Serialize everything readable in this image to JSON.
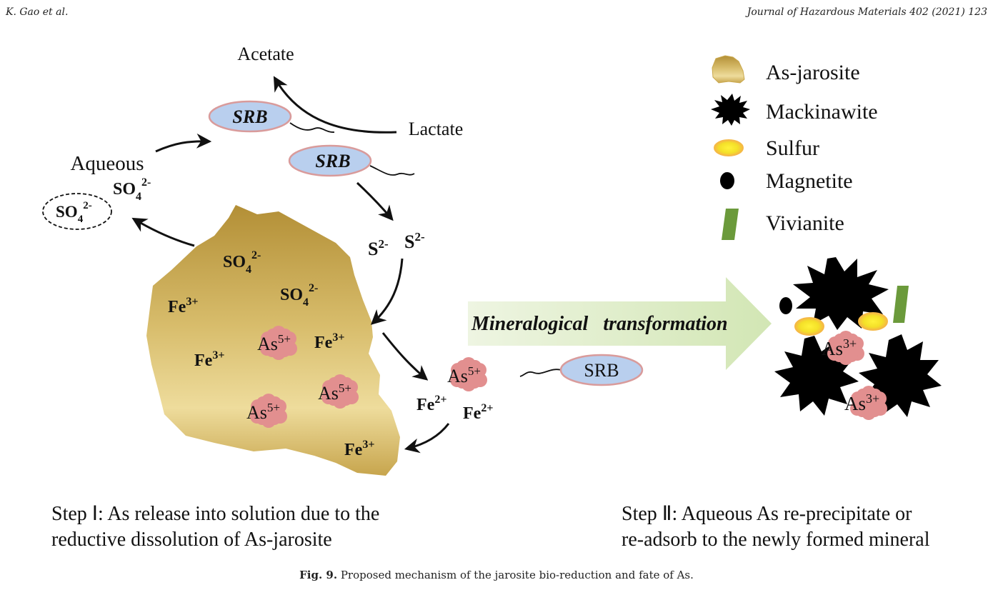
{
  "header": {
    "authors": "K. Gao et al.",
    "journal": "Journal of Hazardous Materials 402 (2021) 123"
  },
  "diagram": {
    "acetate": "Acetate",
    "lactate": "Lactate",
    "srb": "SRB",
    "aqueous": "Aqueous",
    "so4": "SO",
    "so4_sub": "4",
    "so4_sup": "2-",
    "sulfide": "S",
    "sulfide_sup": "2-",
    "fe3": "Fe",
    "fe3_sup": "3+",
    "fe2": "Fe",
    "fe2_sup": "2+",
    "as5": "As",
    "as5_sup": "5+",
    "as3": "As",
    "as3_sup": "3+",
    "transformation": "Mineralogical   transformation"
  },
  "legend": {
    "items": [
      {
        "label": "As-jarosite",
        "icon": "jarosite-icon"
      },
      {
        "label": "Mackinawite",
        "icon": "mackinawite-icon"
      },
      {
        "label": "Sulfur",
        "icon": "sulfur-icon"
      },
      {
        "label": "Magnetite",
        "icon": "magnetite-icon"
      },
      {
        "label": "Vivianite",
        "icon": "vivianite-icon"
      }
    ]
  },
  "steps": {
    "step1_line1": "Step Ⅰ: As release into solution due to the",
    "step1_line2": " reductive dissolution of As-jarosite",
    "step2_line1": "Step Ⅱ: Aqueous As re-precipitate or",
    "step2_line2": " re-adsorb to the newly formed mineral"
  },
  "caption": {
    "label": "Fig. 9.",
    "text": " Proposed mechanism of the jarosite bio-reduction and fate of As."
  },
  "colors": {
    "jarosite_dark": "#b8963a",
    "jarosite_light": "#f0dc9a",
    "srb_fill": "#b9cfee",
    "srb_stroke": "#d99b9b",
    "arsenic_fill": "#e28f8f",
    "sulfur_fill": "#f7e22a",
    "sulfur_ring": "#f5b945",
    "vivianite": "#6b9a3b",
    "arrow_fill": "#dcebc4"
  }
}
